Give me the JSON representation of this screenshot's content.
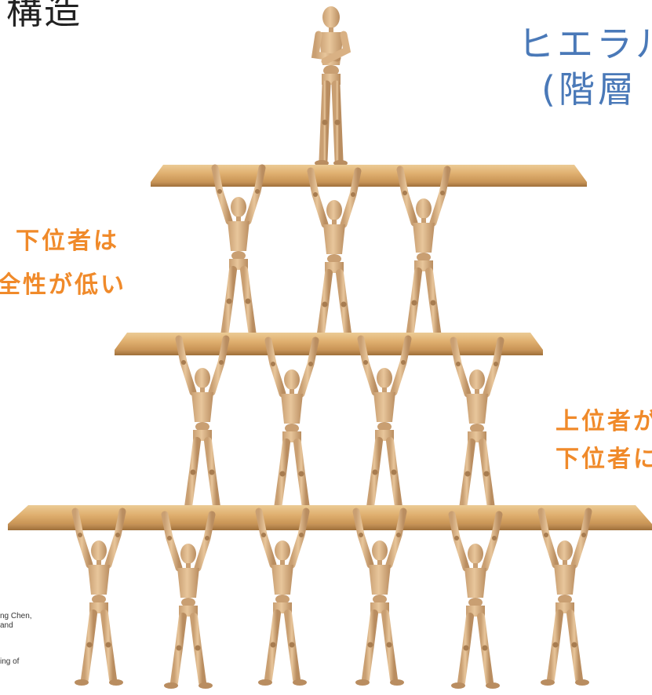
{
  "slide": {
    "title_fragment": "構造",
    "hierarchy_title": {
      "line1": "ヒエラル",
      "line2": "(階層"
    },
    "left_caption": {
      "line1": "下位者は",
      "line2": "全性が低い"
    },
    "right_caption": {
      "line1": "上位者が",
      "line2": "下位者に"
    },
    "citation": {
      "line1": "ng Chen,",
      "line2": "and",
      "line3": "ing of"
    }
  },
  "colors": {
    "accent_blue": "#4a79b8",
    "accent_orange": "#f08a2a",
    "wood_light": "#e2b57a",
    "wood_dark": "#b98648",
    "figure_skin": "#ddb88e",
    "figure_shade": "#b88f63"
  }
}
